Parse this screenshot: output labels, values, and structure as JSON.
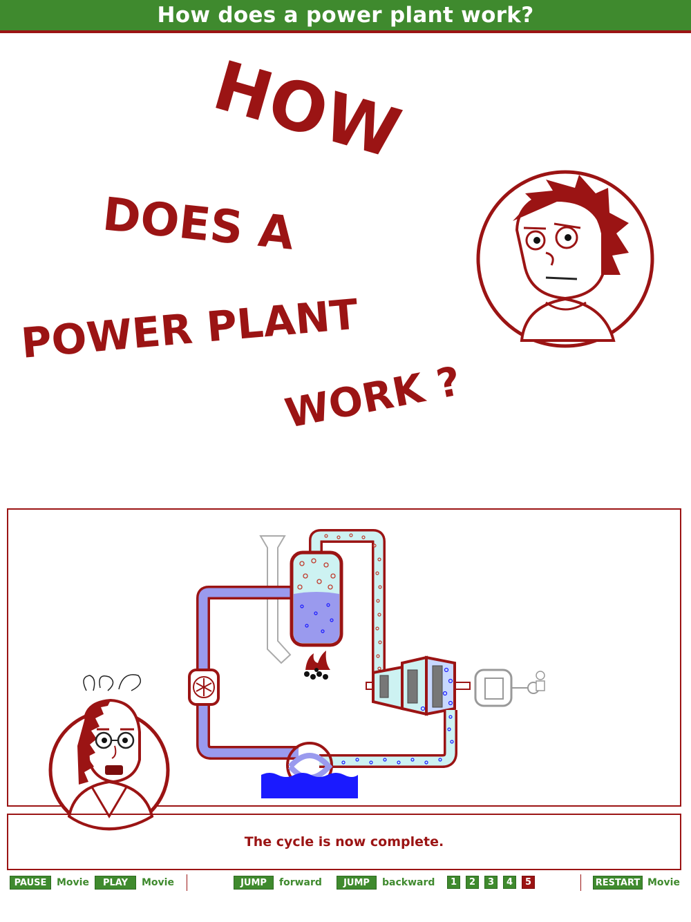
{
  "header": {
    "title": "How does a power plant work?"
  },
  "intro": {
    "line1": "HOW",
    "line2": "DOES A",
    "line3": "POWER PLANT",
    "line4": "WORK ?"
  },
  "caption": {
    "text": "The cycle is now complete."
  },
  "controls": {
    "pause_label": "PAUSE",
    "pause_suffix": "Movie",
    "play_label": "PLAY",
    "play_suffix": "Movie",
    "jump_forward_label": "JUMP",
    "jump_forward_suffix": "forward",
    "jump_backward_label": "JUMP",
    "jump_backward_suffix": "backward",
    "steps": [
      "1",
      "2",
      "3",
      "4",
      "5"
    ],
    "active_step": "5",
    "restart_label": "RESTART",
    "restart_suffix": "Movie"
  },
  "colors": {
    "brand_green": "#3f8a2e",
    "brand_red": "#9b1414",
    "water_blue": "#1a1aff",
    "steam_cyan": "#cdf2f2"
  }
}
